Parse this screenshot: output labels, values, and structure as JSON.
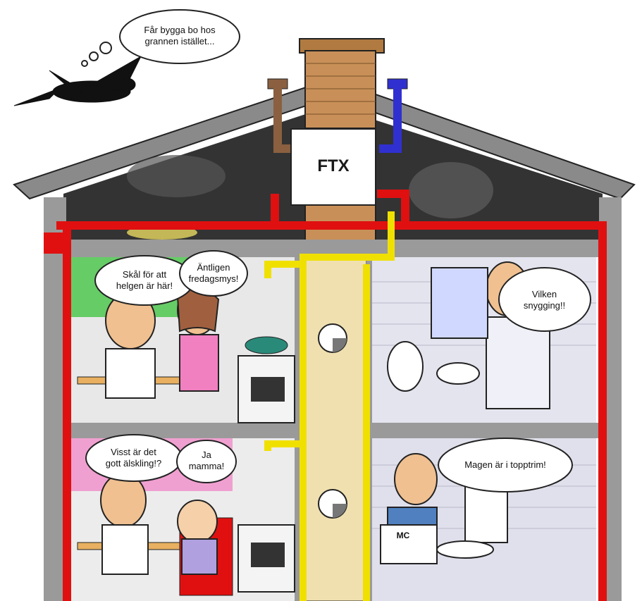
{
  "unit_label": "FTX",
  "bubbles": {
    "bird": [
      "Får bygga bo hos",
      "grannen istället..."
    ],
    "couple_man": [
      "Skål för att",
      "helgen är här!"
    ],
    "couple_woman": [
      "Äntligen",
      "fredagsmys!"
    ],
    "bathroom_man": [
      "Vilken",
      "snygging!!"
    ],
    "mother": [
      "Visst är det",
      "gott älskling!?"
    ],
    "child": [
      "Ja",
      "mamma!"
    ],
    "toilet_man": [
      "Magen är i topptrim!"
    ]
  },
  "newspaper_text": "MC",
  "colors": {
    "walls": "#9a9a9a",
    "supply_duct": "#e01010",
    "extract_duct": "#f0e000",
    "attic": "#3a3a3a",
    "chimney": "#c08a50",
    "blue_vent": "#3030d0"
  }
}
